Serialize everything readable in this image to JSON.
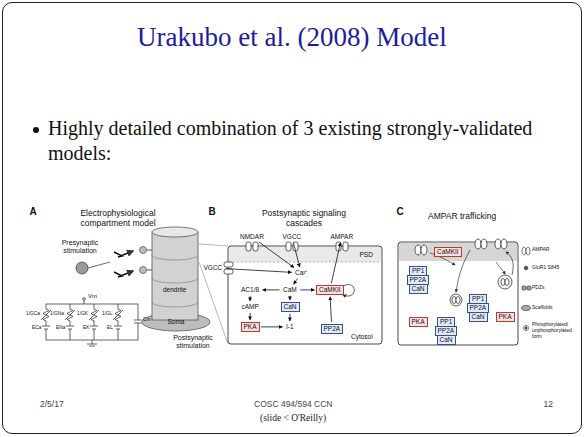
{
  "diagram": {
    "title": "Urakubo et al. (2008) Model",
    "nodes": [
      {
        "text": [
          "NMDAR"
        ]
      },
      {
        "text": [
          "VGCC"
        ]
      },
      {
        "text": [
          "AMPAR"
        ]
      },
      {
        "text": [
          "VGCC"
        ]
      },
      {
        "text": [
          "Ca²⁺"
        ]
      },
      {
        "text": [
          "AC1/8"
        ]
      },
      {
        "text": [
          "CaM"
        ]
      },
      {
        "text": [
          "CaMKII"
        ]
      },
      {
        "text": [
          "cAMP"
        ]
      },
      {
        "text": [
          "CaN"
        ]
      },
      {
        "text": [
          "PKA"
        ]
      },
      {
        "text": [
          "I-1"
        ]
      },
      {
        "text": [
          "PP2A"
        ]
      },
      {
        "text": [
          "CaMKII"
        ]
      },
      {
        "text": [
          "PP1"
        ]
      },
      {
        "text": [
          "PP2A"
        ]
      },
      {
        "text": [
          "CaN"
        ]
      },
      {
        "text": [
          "PP1"
        ]
      },
      {
        "text": [
          "PP2A"
        ]
      },
      {
        "text": [
          "CaN"
        ]
      },
      {
        "text": [
          "PKA"
        ]
      },
      {
        "text": [
          "PKA"
        ]
      },
      {
        "text": [
          "PP1"
        ]
      },
      {
        "text": [
          "PP2A"
        ]
      },
      {
        "text": [
          "CaN"
        ]
      }
    ],
    "edges": [
      {
        "from": 0,
        "to": 4,
        "arrow": "to"
      },
      {
        "from": 1,
        "to": 4,
        "arrow": "to"
      },
      {
        "from": 3,
        "to": 4,
        "arrow": "to"
      },
      {
        "from": 4,
        "to": 6,
        "arrow": "to"
      },
      {
        "from": 6,
        "to": 5,
        "arrow": "to"
      },
      {
        "from": 6,
        "to": 7,
        "arrow": "to"
      },
      {
        "from": 6,
        "to": 9,
        "arrow": "to"
      },
      {
        "from": 5,
        "to": 8,
        "arrow": "to"
      },
      {
        "from": 8,
        "to": 10,
        "arrow": "to"
      },
      {
        "from": 10,
        "to": 11,
        "arrow": "to"
      },
      {
        "from": 9,
        "to": 11,
        "arrow": "to"
      },
      {
        "from": 12,
        "to": 7,
        "arrow": "to"
      },
      {
        "from": 7,
        "to": 2,
        "arrow": "to"
      }
    ],
    "labels": [
      "A",
      "Electrophysiological compartment model",
      "Presynaptic stimulation",
      "dendrite",
      "Soma",
      "Postsynaptic stimulation",
      "Vm",
      "1/GCa",
      "ECa",
      "1/GNa",
      "ENa",
      "1/GK",
      "EK",
      "1/GL",
      "EL",
      "Cm",
      "B",
      "Postsynaptic signaling cascades",
      "PSD",
      "Cytosol",
      "C",
      "AMPAR trafficking",
      "Highly detailed combination of 3 existing strongly-validated models:",
      "2/5/17",
      "COSC 494/594 CCN",
      "(slide < O'Reilly)",
      "12"
    ],
    "legend": [
      {
        "text": "AMPAR"
      },
      {
        "text": "GluR1 S845"
      },
      {
        "text": "PDZs"
      },
      {
        "text": "Scaffolds"
      },
      {
        "text": "Phosphorylated/ unphosphorylated form"
      }
    ]
  }
}
